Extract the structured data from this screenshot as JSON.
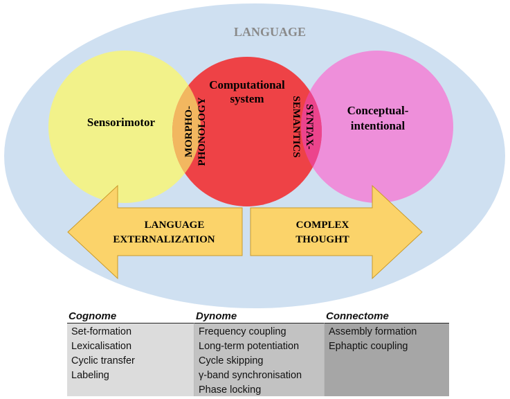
{
  "diagram": {
    "title": "LANGUAGE",
    "circles": {
      "left": "Sensorimotor",
      "center_line1": "Computational",
      "center_line2": "system",
      "right_line1": "Conceptual-",
      "right_line2": "intentional"
    },
    "overlaps": {
      "left_line1": "MORPHO-",
      "left_line2": "PHONOLOGY",
      "right_line1": "SYNTAX-",
      "right_line2": "SEMANTICS"
    },
    "arrows": {
      "left_line1": "LANGUAGE",
      "left_line2": "EXTERNALIZATION",
      "right_line1": "COMPLEX",
      "right_line2": "THOUGHT"
    },
    "colors": {
      "ellipse": "#cfe0f1",
      "sensorimotor": "#f2f28a",
      "computational": "#ee4246",
      "conceptual": "#ee8fda",
      "overlap_left": "#f2b760",
      "overlap_right": "#ec448c",
      "arrows": "#fbd36a",
      "title_text": "#8a8a8a"
    }
  },
  "table": {
    "columns": [
      {
        "header": "Cognome",
        "items": [
          "Set-formation",
          "Lexicalisation",
          "Cyclic transfer",
          "Labeling"
        ]
      },
      {
        "header": "Dynome",
        "items": [
          "Frequency coupling",
          "Long-term potentiation",
          "Cycle skipping",
          "γ-band synchronisation",
          "Phase locking"
        ]
      },
      {
        "header": "Connectome",
        "items": [
          "Assembly formation",
          "Ephaptic coupling"
        ]
      }
    ]
  }
}
